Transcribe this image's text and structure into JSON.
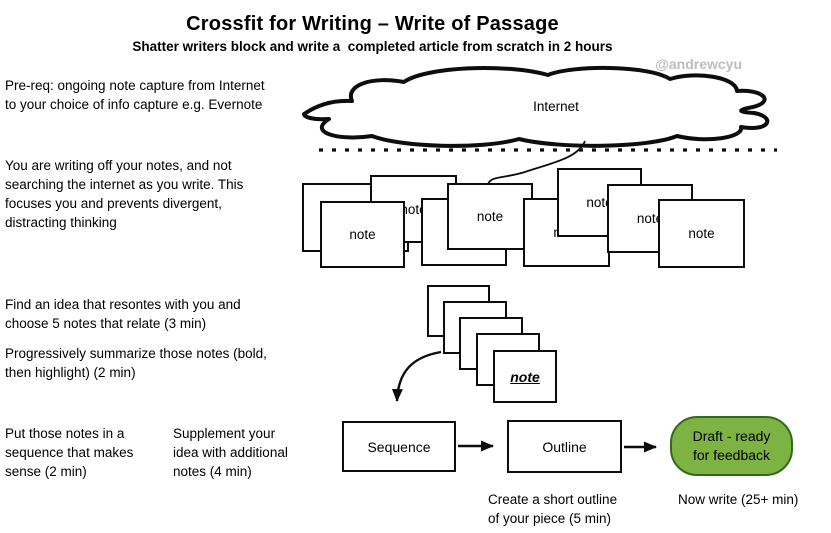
{
  "header": {
    "title": "Crossfit for Writing – Write of Passage",
    "subtitle": "Shatter writers block and write a  completed article from scratch in 2 hours",
    "attribution": "@andrewcyu"
  },
  "cloud": {
    "label": "Internet"
  },
  "left_notes": {
    "prereq": "Pre-req: ongoing note capture from Internet\nto your choice of info capture e.g. Evernote",
    "writing_off": "You are writing off your notes, and not\nsearching the internet as you write. This\nfocuses you and prevents divergent,\ndistracting thinking",
    "find_idea": "Find an idea that resontes with you and\nchoose 5 notes that relate (3 min)",
    "summarize": "Progressively summarize those notes (bold,\nthen highlight) (2 min)",
    "sequence_tip": "Put those notes in a\nsequence that makes\nsense (2 min)",
    "supplement_tip": "Supplement your\nidea with additional\nnotes (4 min)"
  },
  "notes_cluster": {
    "labels": [
      "note",
      "note",
      "note",
      "note",
      "note",
      "note",
      "note",
      "note",
      "note"
    ]
  },
  "notes_stack": {
    "front_label": "note"
  },
  "flow": {
    "sequence": "Sequence",
    "outline": "Outline",
    "draft": "Draft - ready\nfor feedback",
    "outline_caption": "Create a short outline\nof your piece (5 min)",
    "draft_caption": "Now write (25+ min)"
  },
  "colors": {
    "draft_fill": "#7cb342",
    "draft_border": "#33691e",
    "attribution_gray": "#bdbdbd",
    "line_black": "#0d0d0d"
  }
}
